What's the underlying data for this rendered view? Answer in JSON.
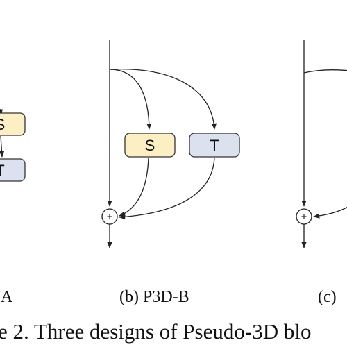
{
  "panels": {
    "a": {
      "label": "A",
      "blocks": {
        "s": "S",
        "t": "T"
      }
    },
    "b": {
      "label": "(b)  P3D-B",
      "blocks": {
        "s": "S",
        "t": "T"
      }
    },
    "c": {
      "label": "(c)"
    }
  },
  "combine_symbol": "+",
  "caption": "e 2. Three designs of Pseudo-3D blo",
  "colors": {
    "spatial_fill": "#fcefc4",
    "temporal_fill": "#dbe1ef",
    "block_stroke": "#333333",
    "line": "#222222"
  }
}
